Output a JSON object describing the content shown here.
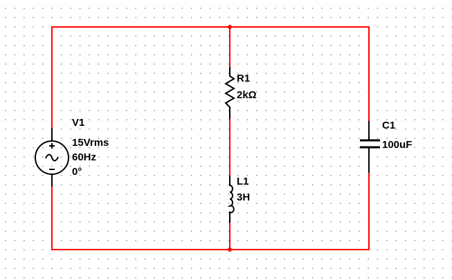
{
  "components": {
    "v1": {
      "name": "V1",
      "voltage": "15Vrms",
      "frequency": "60Hz",
      "phase": "0°",
      "plus": "+",
      "minus": "−"
    },
    "r1": {
      "name": "R1",
      "value": "2kΩ"
    },
    "l1": {
      "name": "L1",
      "value": "3H"
    },
    "c1": {
      "name": "C1",
      "value": "100uF"
    }
  },
  "colors": {
    "wire": "#ff0000",
    "component": "#000000",
    "grid": "#8a8a8a"
  }
}
